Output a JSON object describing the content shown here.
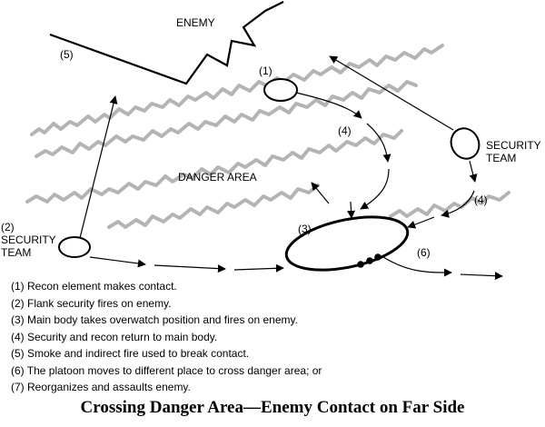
{
  "diagram": {
    "labels": {
      "enemy": "ENEMY",
      "danger_area": "DANGER AREA",
      "security_team_left": [
        "(2)",
        "SECURITY",
        "TEAM"
      ],
      "security_team_right": [
        "SECURITY",
        "TEAM"
      ],
      "num_1": "(1)",
      "num_3": "(3)",
      "num_4_left": "(4)",
      "num_4_right": "(4)",
      "num_5": "(5)",
      "num_6": "(6)"
    },
    "legend": [
      "(1) Recon element makes contact.",
      "(2) Flank security fires on enemy.",
      "(3) Main body takes overwatch position and fires on enemy.",
      "(4) Security and recon return to main body.",
      "(5) Smoke and indirect fire used to break contact.",
      "(6) The platoon moves to different place to cross danger area; or",
      "(7) Reorganizes and assaults enemy."
    ],
    "caption": "Crossing Danger Area—Enemy Contact on Far Side",
    "colors": {
      "ink": "#000000",
      "terrain": "#b4b4b4",
      "background": "#ffffff"
    }
  }
}
